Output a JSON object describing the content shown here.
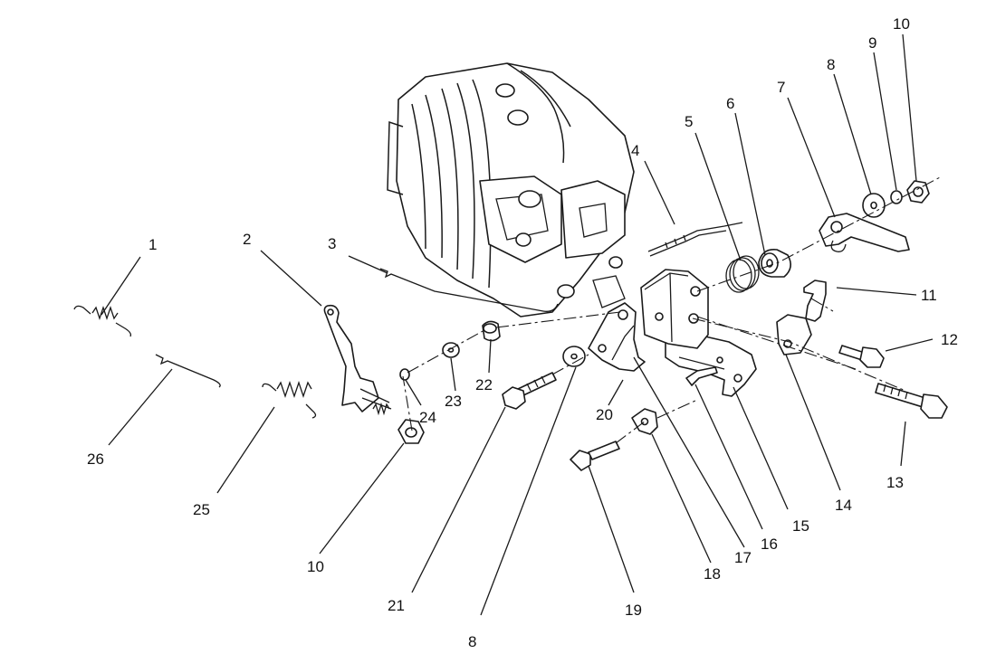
{
  "diagram": {
    "callouts": [
      "1",
      "2",
      "3",
      "4",
      "5",
      "6",
      "7",
      "8",
      "9",
      "10",
      "11",
      "12",
      "13",
      "14",
      "15",
      "16",
      "17",
      "18",
      "19",
      "20",
      "21",
      "22",
      "23",
      "24",
      "25",
      "26",
      "10",
      "8"
    ]
  }
}
